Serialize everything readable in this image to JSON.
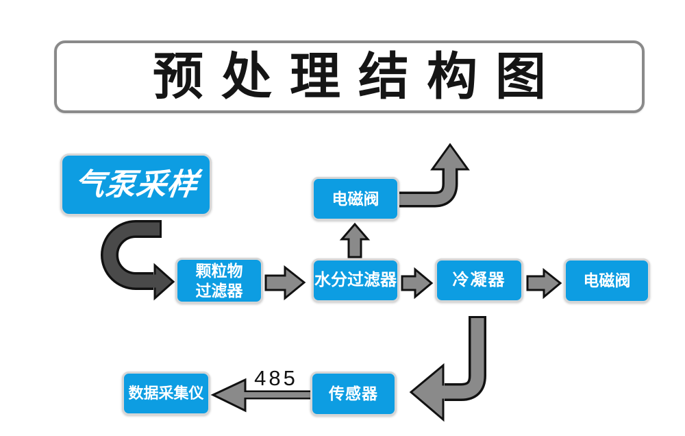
{
  "title": "预处理结构图",
  "nodes": {
    "air_pump": {
      "label": "气泵采样"
    },
    "particulate_filter": {
      "line1": "颗粒物",
      "line2": "过滤器"
    },
    "moisture_filter": {
      "label": "水分过滤器"
    },
    "solenoid_valve_top": {
      "label": "电磁阀"
    },
    "condenser": {
      "label": "冷凝器"
    },
    "solenoid_valve_right": {
      "label": "电磁阀"
    },
    "sensor": {
      "label": "传感器"
    },
    "data_collector": {
      "label": "数据采集仪"
    }
  },
  "edge_labels": {
    "sensor_to_collector": "485"
  },
  "colors": {
    "node_fill": "#0D9DE2",
    "node_text": "#FFFFFF",
    "arrow_gray": "#8A8A8A",
    "arrow_dark_gray": "#4A4A4A",
    "arrow_outline": "#111111",
    "title_text": "#151515",
    "title_border": "#8A8A8A",
    "background": "#FFFFFF"
  }
}
